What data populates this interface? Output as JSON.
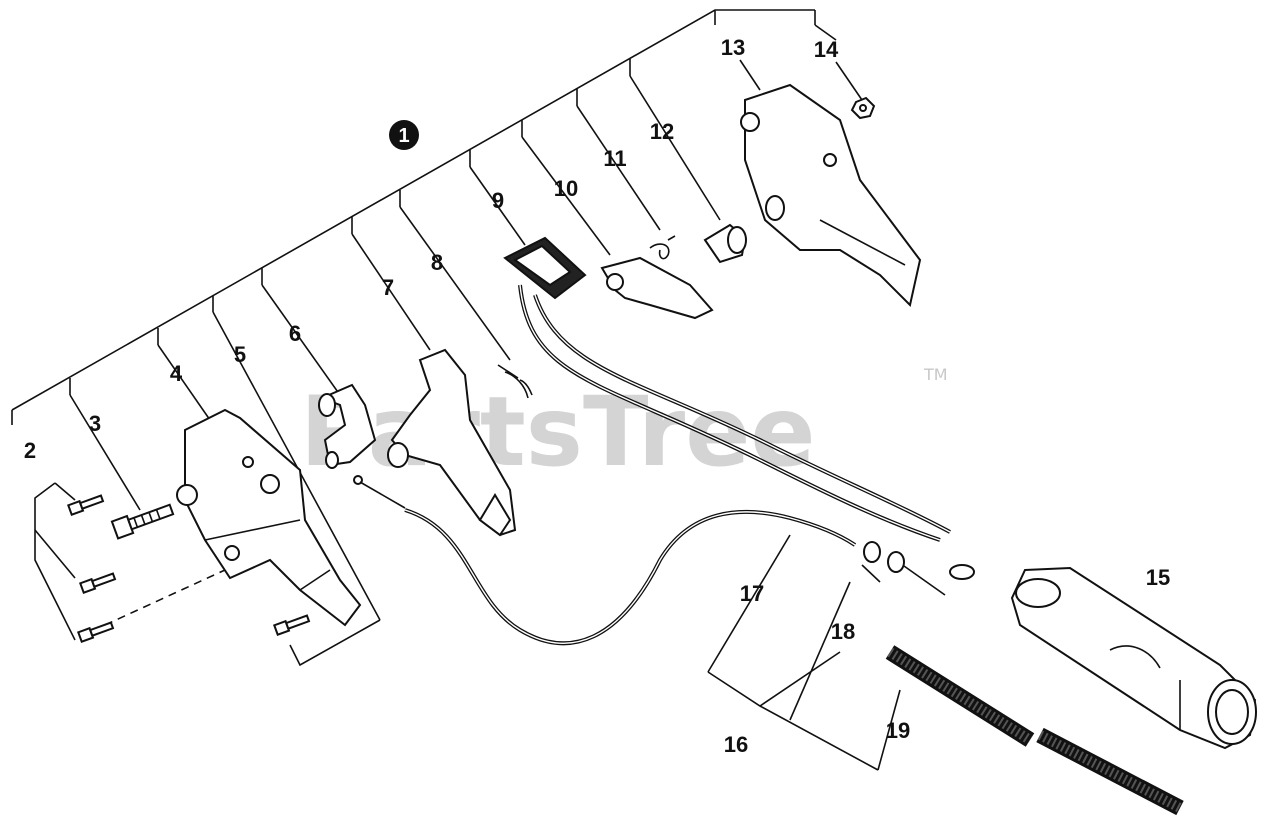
{
  "watermark": {
    "text": "PartsTree",
    "trademark": "TM"
  },
  "assembly_callout": {
    "number": "1"
  },
  "part_labels": [
    {
      "id": "2",
      "text": "2"
    },
    {
      "id": "3",
      "text": "3"
    },
    {
      "id": "4",
      "text": "4"
    },
    {
      "id": "5",
      "text": "5"
    },
    {
      "id": "6",
      "text": "6"
    },
    {
      "id": "7",
      "text": "7"
    },
    {
      "id": "8",
      "text": "8"
    },
    {
      "id": "9",
      "text": "9"
    },
    {
      "id": "10",
      "text": "10"
    },
    {
      "id": "11",
      "text": "11"
    },
    {
      "id": "12",
      "text": "12"
    },
    {
      "id": "13",
      "text": "13"
    },
    {
      "id": "14",
      "text": "14"
    },
    {
      "id": "15",
      "text": "15"
    },
    {
      "id": "16",
      "text": "16"
    },
    {
      "id": "17",
      "text": "17"
    },
    {
      "id": "18",
      "text": "18"
    },
    {
      "id": "19",
      "text": "19"
    }
  ]
}
